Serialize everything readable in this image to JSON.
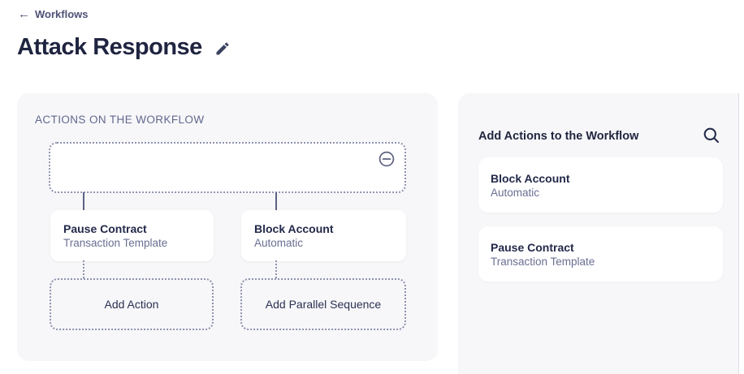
{
  "colors": {
    "text_primary": "#23294a",
    "text_secondary": "#6a6f93",
    "panel_background": "#f7f7f9",
    "dotted_border": "#8f92ae",
    "connector": "#5d6284",
    "title": "#1f2440",
    "edge_line": "#dddde3"
  },
  "header": {
    "back_arrow": "←",
    "back_label": "Workflows",
    "title": "Attack Response"
  },
  "workflow_panel": {
    "label": "ACTIONS ON THE WORKFLOW",
    "trigger_box": {
      "remove_icon": "minus-circle-icon"
    },
    "nodes": [
      {
        "title": "Pause Contract",
        "subtitle": "Transaction Template"
      },
      {
        "title": "Block Account",
        "subtitle": "Automatic"
      }
    ],
    "add_buttons": [
      {
        "label": "Add Action"
      },
      {
        "label": "Add Parallel Sequence"
      }
    ]
  },
  "actions_panel": {
    "title": "Add Actions to the Workflow",
    "search_icon": "magnifier-icon",
    "items": [
      {
        "title": "Block Account",
        "subtitle": "Automatic"
      },
      {
        "title": "Pause Contract",
        "subtitle": "Transaction Template"
      }
    ]
  }
}
